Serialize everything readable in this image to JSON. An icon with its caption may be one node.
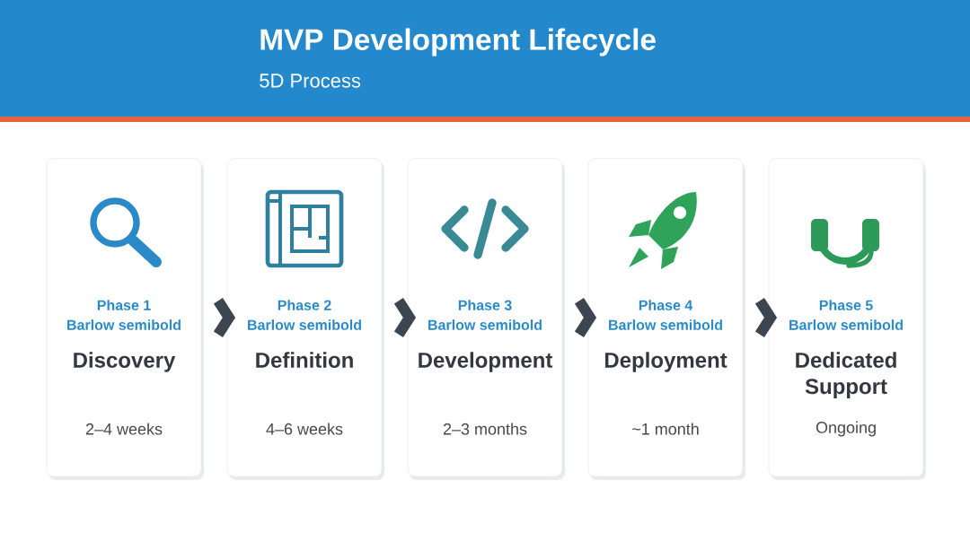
{
  "diagram": {
    "title": "MVP Development Lifecycle",
    "nodes": [
      {
        "text": [
          "Phase 1",
          "Barlow semibold",
          "Discovery",
          "2–4 weeks"
        ]
      },
      {
        "text": [
          "Phase 2",
          "Barlow semibold",
          "Definition",
          "4–6 weeks"
        ]
      },
      {
        "text": [
          "Phase 3",
          "Barlow semibold",
          "Development",
          "2–3 months"
        ]
      },
      {
        "text": [
          "Phase 4",
          "Barlow semibold",
          "Deployment",
          "~1 month"
        ]
      },
      {
        "text": [
          "Phase 5",
          "Barlow semibold",
          "Dedicated Support",
          "Ongoing"
        ]
      }
    ],
    "edges": [
      {
        "from": 0,
        "to": 1,
        "arrow": "to"
      },
      {
        "from": 1,
        "to": 2,
        "arrow": "to"
      },
      {
        "from": 2,
        "to": 3,
        "arrow": "to"
      },
      {
        "from": 3,
        "to": 4,
        "arrow": "to"
      }
    ],
    "labels": [
      "5D Process"
    ]
  }
}
